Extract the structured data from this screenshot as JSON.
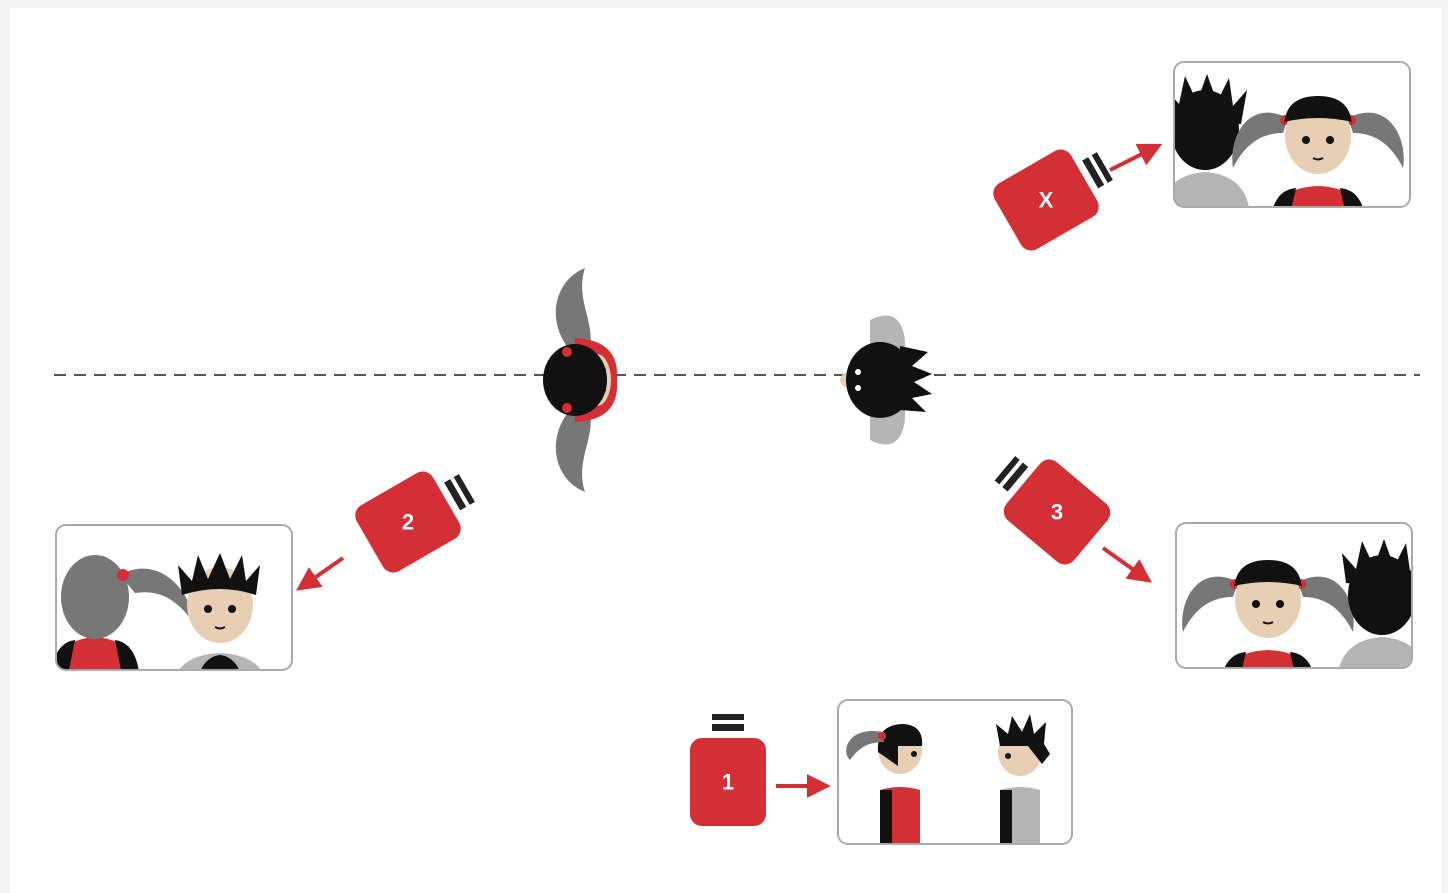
{
  "diagram": {
    "cameras": [
      {
        "id": "camera-x",
        "label": "X"
      },
      {
        "id": "camera-2",
        "label": "2"
      },
      {
        "id": "camera-3",
        "label": "3"
      },
      {
        "id": "camera-1",
        "label": "1"
      }
    ],
    "colors": {
      "camera": "#d32f34",
      "arrow": "#d32f34",
      "line": "#555555",
      "hair_dark": "#111111",
      "hair_grey": "#777777",
      "skin": "#e8cfb4",
      "shirt_red": "#d32f34",
      "shirt_grey": "#b5b5b5",
      "frame_border": "#aaaaaa"
    },
    "icons": [
      "camera-icon",
      "arrow-icon",
      "person-girl-icon",
      "person-boy-icon",
      "frame-icon"
    ]
  }
}
